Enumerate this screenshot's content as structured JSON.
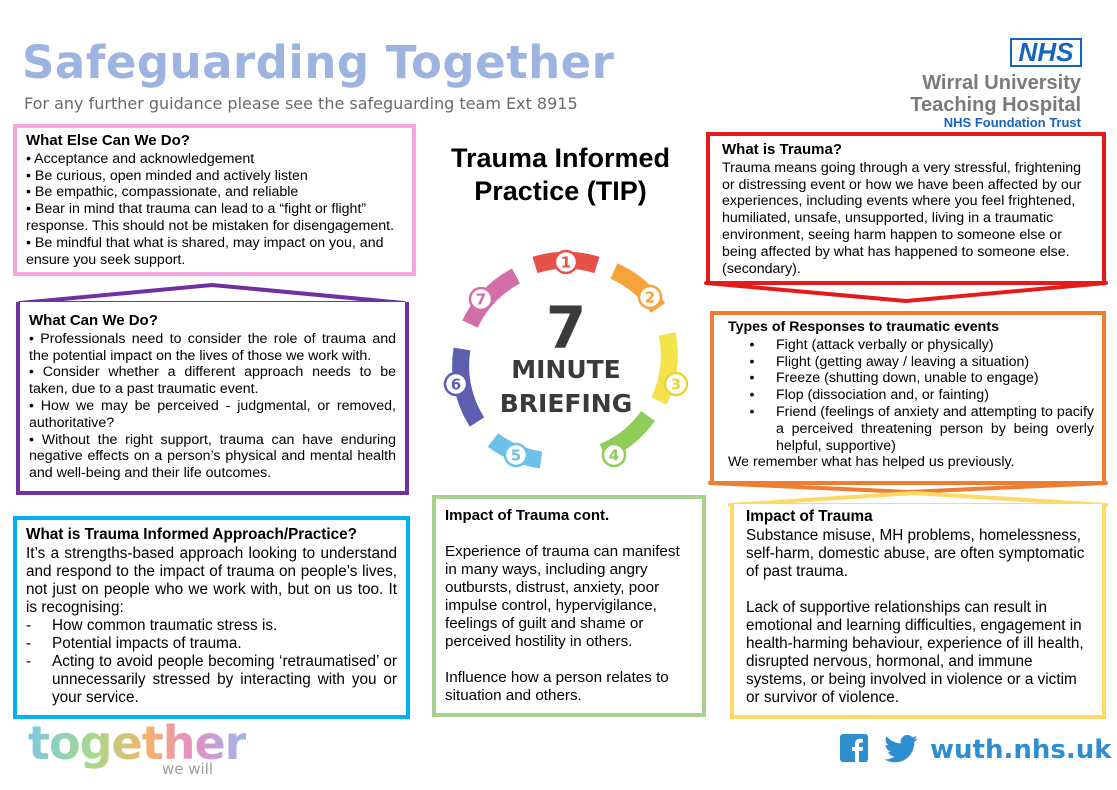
{
  "header": {
    "title": "Safeguarding Together",
    "subtitle": "For any further guidance please see the safeguarding team Ext 8915"
  },
  "logo": {
    "nhs": "NHS",
    "org_line1": "Wirral University",
    "org_line2": "Teaching Hospital",
    "trust": "NHS Foundation Trust"
  },
  "center": {
    "tip_title": "Trauma Informed Practice (TIP)",
    "number": "7",
    "line1": "MINUTE",
    "line2": "BRIEFING",
    "steps": [
      "1",
      "2",
      "3",
      "4",
      "5",
      "6",
      "7"
    ]
  },
  "what_else": {
    "heading": "What Else Can We Do?",
    "items": [
      "• Acceptance and acknowledgement",
      "• Be curious, open minded and actively listen",
      "• Be empathic, compassionate, and reliable",
      "• Bear in mind that trauma can lead to a “fight or flight” response. This should not be mistaken for disengagement.",
      "• Be mindful that what is shared, may impact on you, and ensure you seek support."
    ]
  },
  "what_can": {
    "heading": "What Can We Do?",
    "items": [
      "• Professionals need to consider the role of trauma and the potential impact on the lives of those we work with.",
      "• Consider whether a different approach needs to be taken, due to a past traumatic event.",
      "• How we may be perceived - judgmental, or removed, authoritative?",
      "• Without the right support, trauma can have enduring negative effects on a person’s physical and mental health and well-being and their life outcomes."
    ]
  },
  "approach": {
    "heading": "What is Trauma Informed Approach/Practice?",
    "intro": "It’s a strengths-based approach looking to understand and respond to the impact of trauma on people’s lives, not just on people who we work with, but on us too. It is recognising:",
    "items": [
      "How common traumatic stress is.",
      "Potential impacts of trauma.",
      "Acting to avoid people becoming ‘retraumatised’ or unnecessarily stressed by interacting with you or your service."
    ]
  },
  "impact_cont": {
    "heading": "Impact of Trauma cont.",
    "para1": "Experience of trauma can manifest in many ways, including angry outbursts, distrust, anxiety, poor impulse control, hypervigilance, feelings of guilt and shame or perceived hostility in others.",
    "para2": "Influence how a person relates to situation and others."
  },
  "what_is": {
    "heading": "What is Trauma?",
    "text": "Trauma means going through a very stressful, frightening or distressing event or how we have been affected by our experiences, including events where you feel frightened, humiliated, unsafe, unsupported, living in a traumatic environment, seeing harm happen to someone else or being affected by what has happened to someone else. (secondary)."
  },
  "responses": {
    "heading": "Types of Responses to traumatic events",
    "items": [
      "Fight (attack verbally or physically)",
      "Flight (getting away / leaving a situation)",
      "Freeze (shutting down, unable to engage)",
      "Flop (dissociation and, or fainting)",
      "Friend (feelings of anxiety and attempting to pacify a perceived threatening person by being overly helpful, supportive)"
    ],
    "footer": "We remember what has helped us previously."
  },
  "impact": {
    "heading": "Impact of Trauma",
    "para1": "Substance misuse, MH problems, homelessness, self-harm, domestic abuse, are often symptomatic of past trauma.",
    "para2": "Lack of supportive relationships can result in emotional and learning difficulties, engagement in health-harming behaviour, experience of ill health, disrupted nervous, hormonal, and immune systems, or being involved in violence or a victim or survivor of violence."
  },
  "footer": {
    "together": "together",
    "wewill": "we will",
    "website": "wuth.nhs.uk",
    "facebook_icon": "facebook-icon",
    "twitter_icon": "twitter-icon"
  },
  "colors": {
    "pink": "#f4a6e0",
    "purple": "#7030a0",
    "blue": "#00b0f0",
    "green": "#a9d18e",
    "red": "#e51b1b",
    "orange": "#ed7d31",
    "yellow": "#ffd966",
    "title": "#9db3e0"
  }
}
